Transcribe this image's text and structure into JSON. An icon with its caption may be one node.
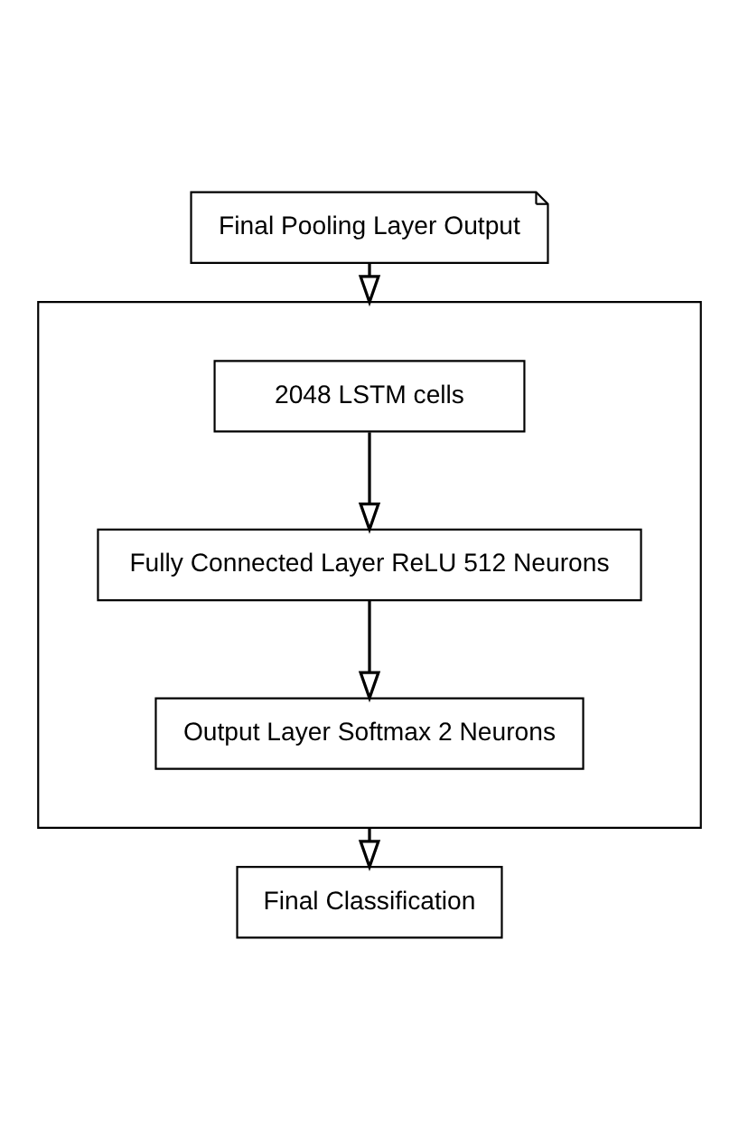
{
  "diagram": {
    "nodes": [
      {
        "text": [
          "Final Pooling Layer Output"
        ]
      },
      {
        "text": [],
        "shape": "box"
      },
      {
        "text": [
          "2048 LSTM cells"
        ],
        "in": 1
      },
      {
        "text": [
          "Fully Connected Layer ReLU 512 Neurons"
        ],
        "in": 1
      },
      {
        "text": [
          "Output Layer Softmax 2 Neurons"
        ],
        "in": 1
      },
      {
        "text": [
          "Final Classification"
        ]
      }
    ],
    "edges": [
      {
        "from": 0,
        "to": 1,
        "arrow": "to"
      },
      {
        "from": 2,
        "to": 3,
        "arrow": "to"
      },
      {
        "from": 3,
        "to": 4,
        "arrow": "to"
      },
      {
        "from": 1,
        "to": 5,
        "arrow": "to"
      }
    ]
  }
}
